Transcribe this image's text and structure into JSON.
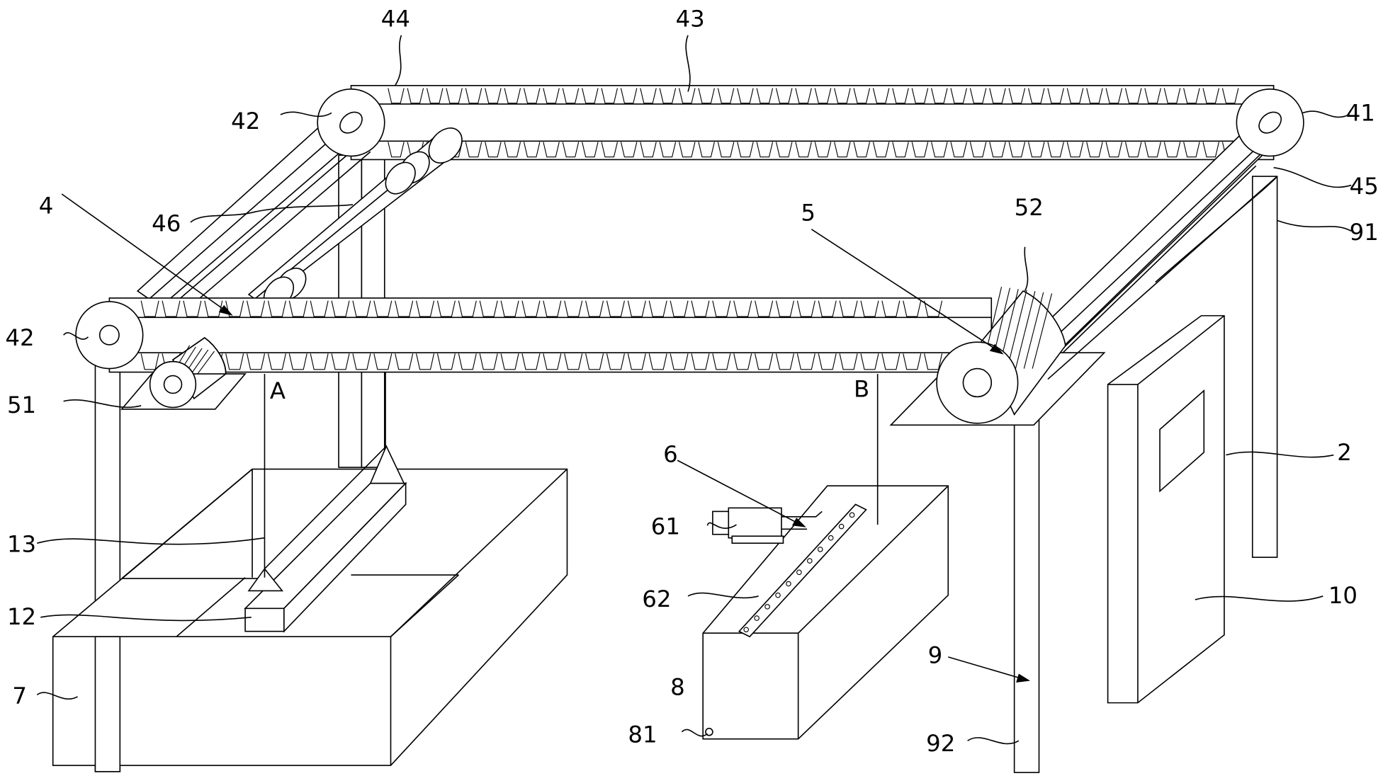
{
  "labels": {
    "l44": "44",
    "l43": "43",
    "l42a": "42",
    "l41": "41",
    "l45": "45",
    "l91": "91",
    "l4": "4",
    "l46": "46",
    "l5": "5",
    "l52": "52",
    "l42b": "42",
    "l51": "51",
    "lA": "A",
    "lB": "B",
    "l2": "2",
    "l6": "6",
    "l61": "61",
    "l13": "13",
    "l62": "62",
    "l10": "10",
    "l12": "12",
    "l9": "9",
    "l7": "7",
    "l8": "8",
    "l81": "81",
    "l92": "92"
  }
}
